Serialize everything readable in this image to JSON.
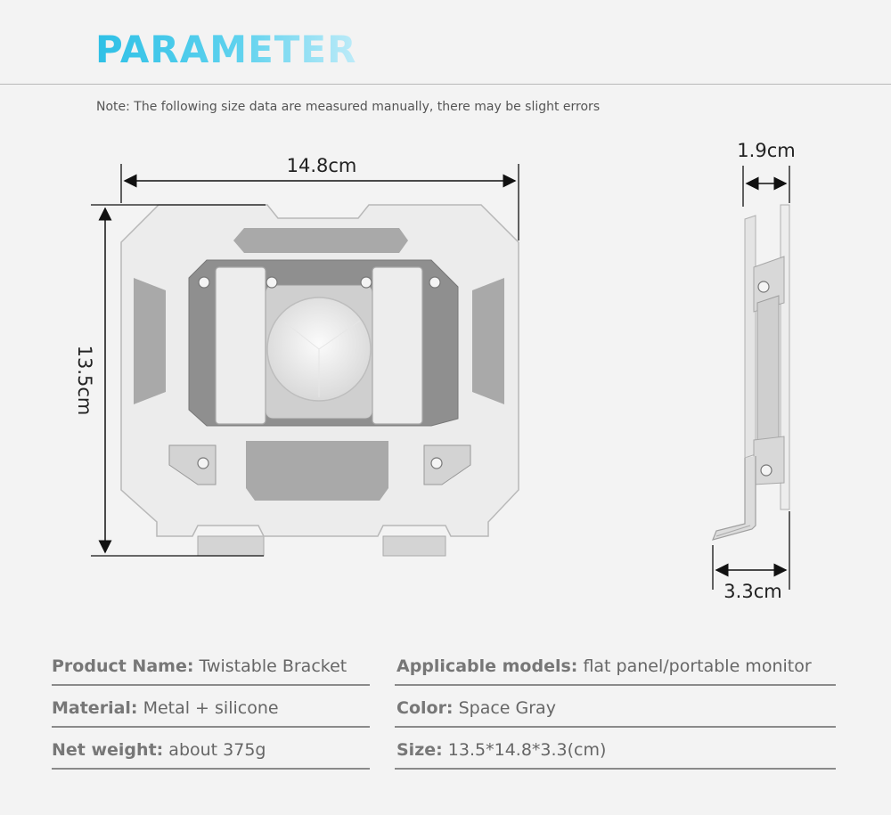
{
  "header": {
    "title": "PARAMETER",
    "note": "Note: The following size data are measured manually, there may be slight errors"
  },
  "dimensions": {
    "width": "14.8cm",
    "height": "13.5cm",
    "thickness": "1.9cm",
    "hook_depth": "3.3cm"
  },
  "specs": {
    "rows": [
      {
        "left": {
          "label": "Product Name:",
          "value": "Twistable Bracket"
        },
        "right": {
          "label": "Applicable models:",
          "value": "flat panel/portable monitor"
        }
      },
      {
        "left": {
          "label": "Material:",
          "value": "Metal + silicone"
        },
        "right": {
          "label": "Color:",
          "value": "Space Gray"
        }
      },
      {
        "left": {
          "label": "Net weight:",
          "value": "about 375g"
        },
        "right": {
          "label": "Size:",
          "value": "13.5*14.8*3.3(cm)"
        }
      }
    ]
  },
  "colors": {
    "accent": "#2ec0e6",
    "metal": "#e8e8e8",
    "silicone_pad": "#a7a7a7"
  }
}
